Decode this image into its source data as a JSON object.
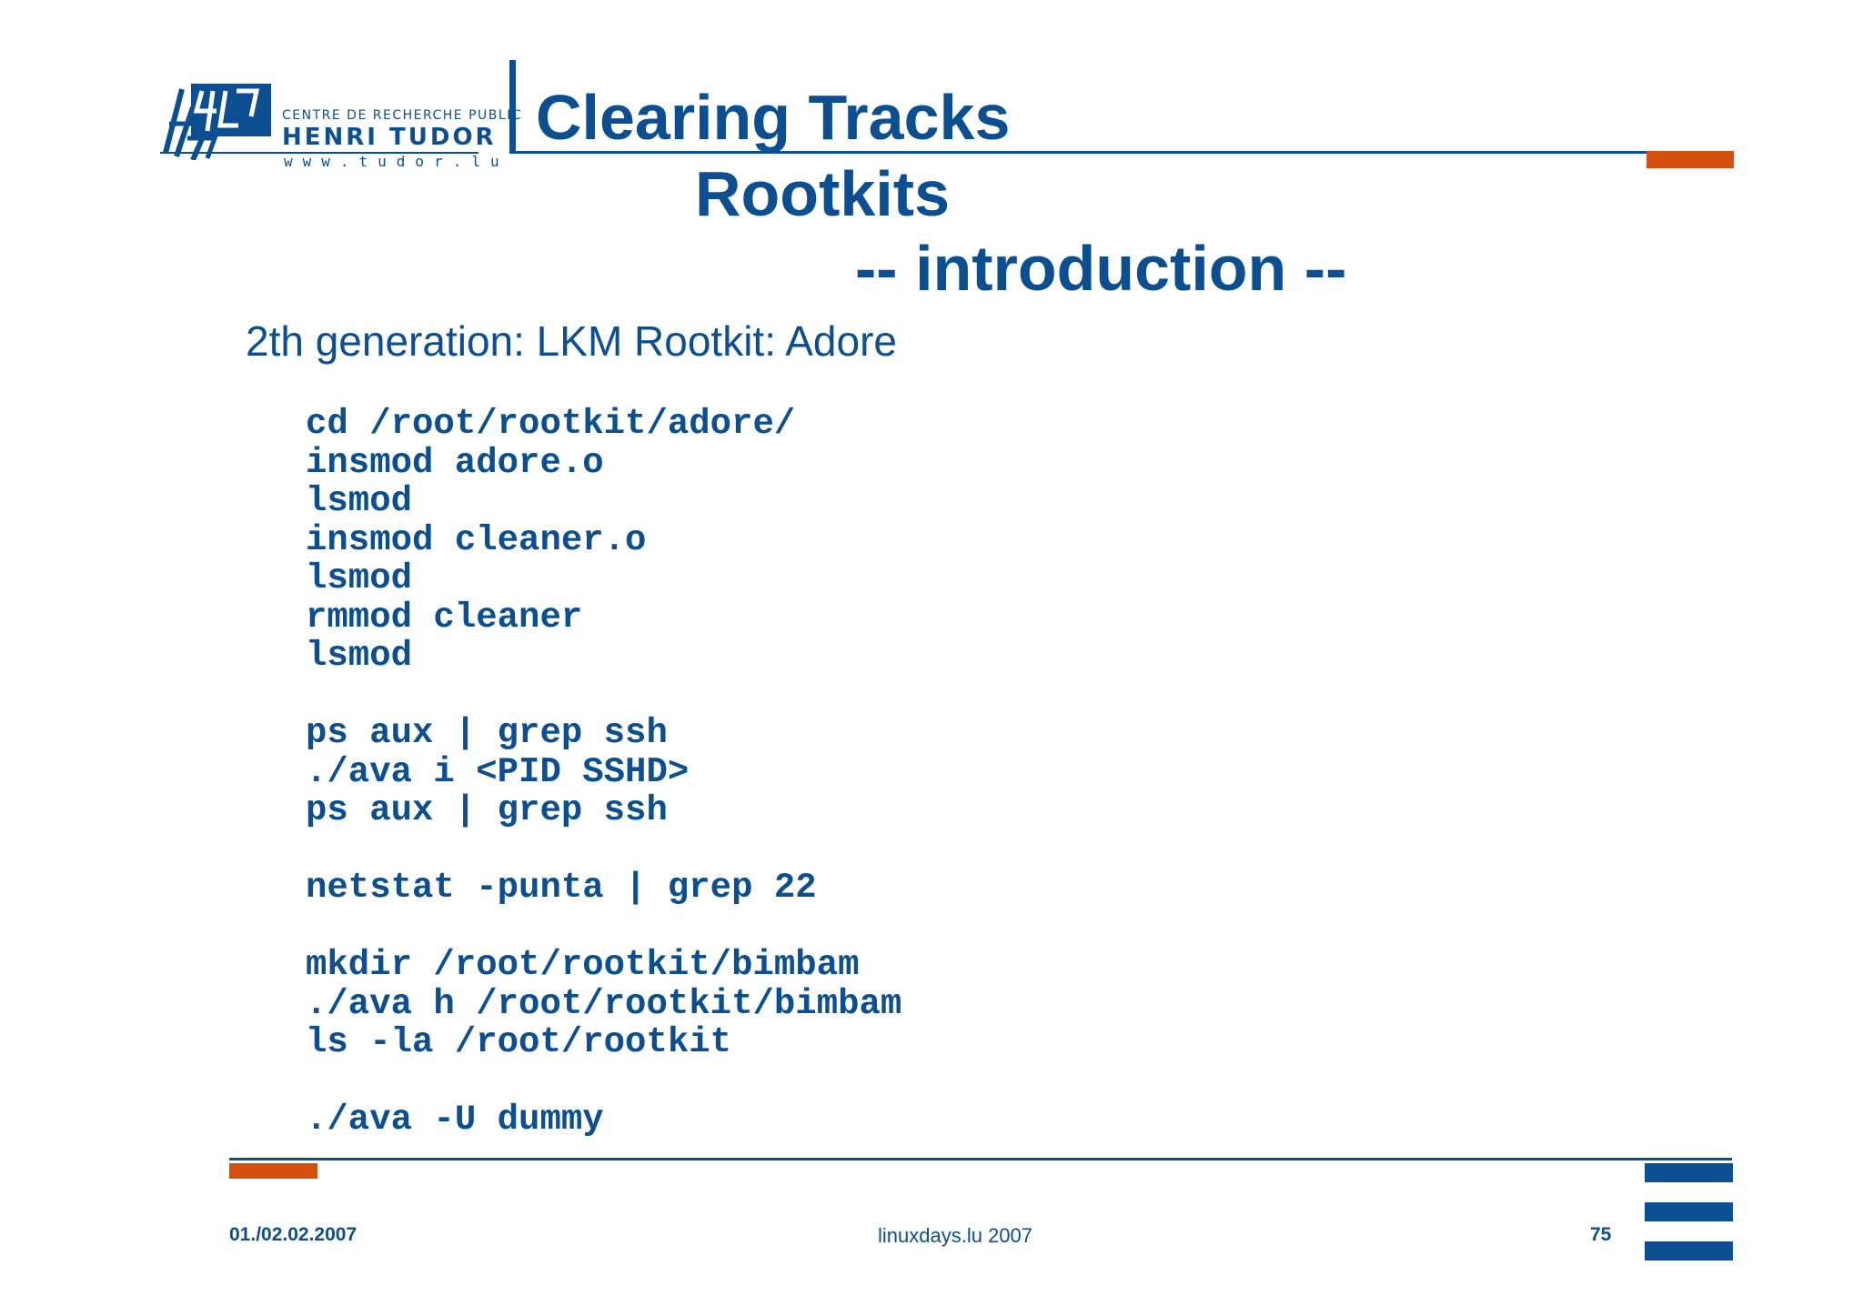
{
  "logo": {
    "line1": "CENTRE DE RECHERCHE PUBLIC",
    "line2": "HENRI TUDOR",
    "url": "www.tudor.lu"
  },
  "title": {
    "line1": "Clearing Tracks",
    "line2": "Rootkits",
    "line3": "-- introduction --"
  },
  "subtitle": "2th generation: LKM Rootkit: Adore",
  "code": [
    "cd /root/rootkit/adore/",
    "insmod adore.o",
    "lsmod",
    "insmod cleaner.o",
    "lsmod",
    "rmmod cleaner",
    "lsmod",
    "",
    "ps aux | grep ssh",
    "./ava i <PID SSHD>",
    "ps aux | grep ssh",
    "",
    "netstat -punta | grep 22",
    "",
    "mkdir /root/rootkit/bimbam",
    "./ava h /root/rootkit/bimbam",
    "ls -la /root/rootkit",
    "",
    "./ava -U dummy"
  ],
  "footer": {
    "date": "01./02.02.2007",
    "event": "linuxdays.lu 2007",
    "page": "75"
  },
  "colors": {
    "primary": "#0b4f92",
    "accent": "#d4500f"
  }
}
